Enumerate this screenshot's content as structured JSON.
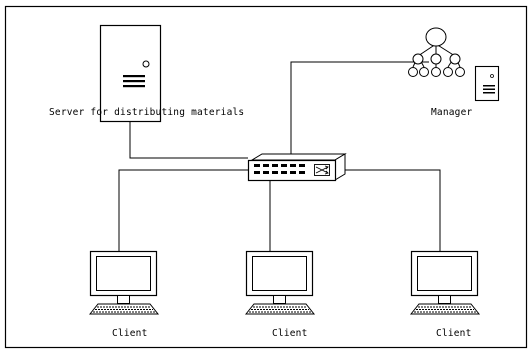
{
  "labels": {
    "server": "Server for distributing materials",
    "manager": "Manager",
    "client_1": "Client",
    "client_2": "Client",
    "client_3": "Client"
  },
  "colors": {
    "stroke": "#000000",
    "fill": "#ffffff",
    "background": "#ffffff"
  },
  "icons": {
    "server": "server-tower-icon",
    "manager_org": "organization-tree-icon",
    "manager_server": "small-server-icon",
    "switch": "network-switch-icon",
    "client": "desktop-computer-icon"
  }
}
